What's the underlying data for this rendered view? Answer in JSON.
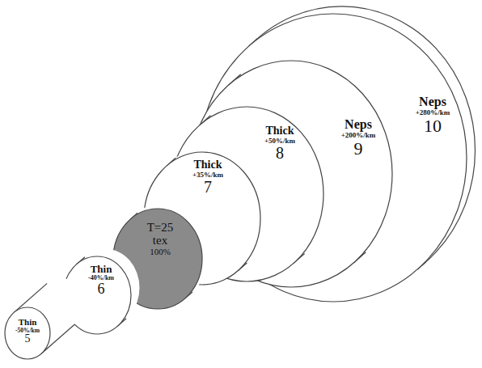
{
  "diagram": {
    "nodes": [
      {
        "text": [
          "Thin",
          "-50%/km",
          "5"
        ]
      },
      {
        "text": [
          "Thin",
          "-40%/km",
          "6"
        ]
      },
      {
        "text": [
          "T=25 tex",
          "100%"
        ]
      },
      {
        "text": [
          "Thick",
          "+35%/km",
          "7"
        ]
      },
      {
        "text": [
          "Thick",
          "+50%/km",
          "8"
        ]
      },
      {
        "text": [
          "Neps",
          "+200%/km",
          "9"
        ]
      },
      {
        "text": [
          "Neps",
          "+280%/km",
          "10"
        ]
      }
    ]
  }
}
